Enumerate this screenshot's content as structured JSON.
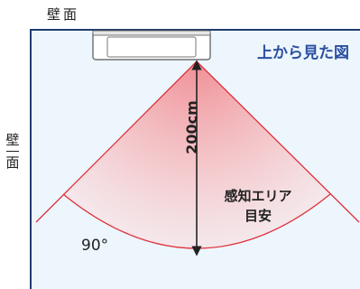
{
  "labels": {
    "wall_top": "壁面",
    "wall_left_top": "壁",
    "wall_left_bottom": "面",
    "view_title": "上から見た図",
    "distance": "200cm",
    "angle": "90°",
    "area_line1": "感知エリア",
    "area_line2": "目安"
  },
  "colors": {
    "room_bg": "#ecf6fc",
    "wall_border": "#1e3d70",
    "sensor_outline": "#555555",
    "cone_edge": "#e0303a",
    "cone_fill": "#f3a0a4",
    "arrow": "#222222",
    "title": "#2b4fa0"
  }
}
